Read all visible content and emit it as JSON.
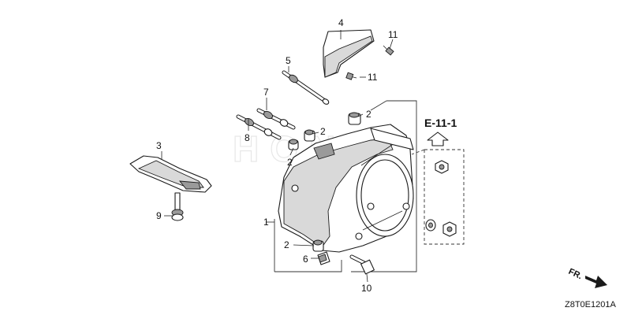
{
  "callouts": {
    "c1": "1",
    "c2a": "2",
    "c2b": "2",
    "c2c": "2",
    "c2d": "2",
    "c3": "3",
    "c4": "4",
    "c5": "5",
    "c6": "6",
    "c7": "7",
    "c8": "8",
    "c9": "9",
    "c10": "10",
    "c11a": "11",
    "c11b": "11"
  },
  "reference_label": "E-11-1",
  "direction_label": "FR.",
  "diagram_code": "Z8T0E1201A",
  "watermark": "HONDA"
}
